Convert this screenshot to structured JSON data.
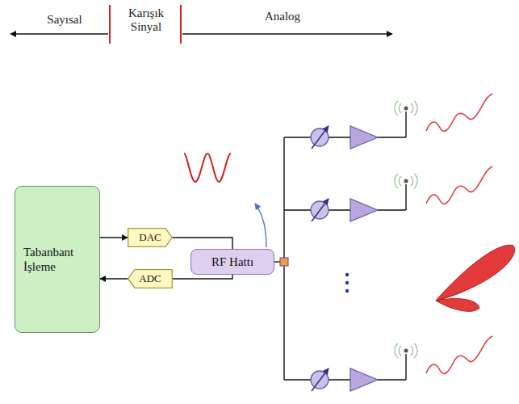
{
  "diagram": {
    "nodes": [
      {
        "text": [
          "Tabanbant İşleme"
        ]
      },
      {
        "text": [
          "DAC"
        ]
      },
      {
        "text": [
          "RF Hattı"
        ]
      },
      {
        "text": [
          "ADC"
        ]
      }
    ],
    "edges": [
      {
        "from": 0,
        "to": 1,
        "arrow": "to"
      },
      {
        "from": 3,
        "to": 0,
        "arrow": "to"
      },
      {
        "from": 1,
        "to": 2,
        "arrow": "none"
      },
      {
        "from": 2,
        "to": 3,
        "arrow": "none"
      }
    ],
    "labels": [
      "Sayısal",
      "Karışık Sinyal",
      "Analog"
    ]
  }
}
